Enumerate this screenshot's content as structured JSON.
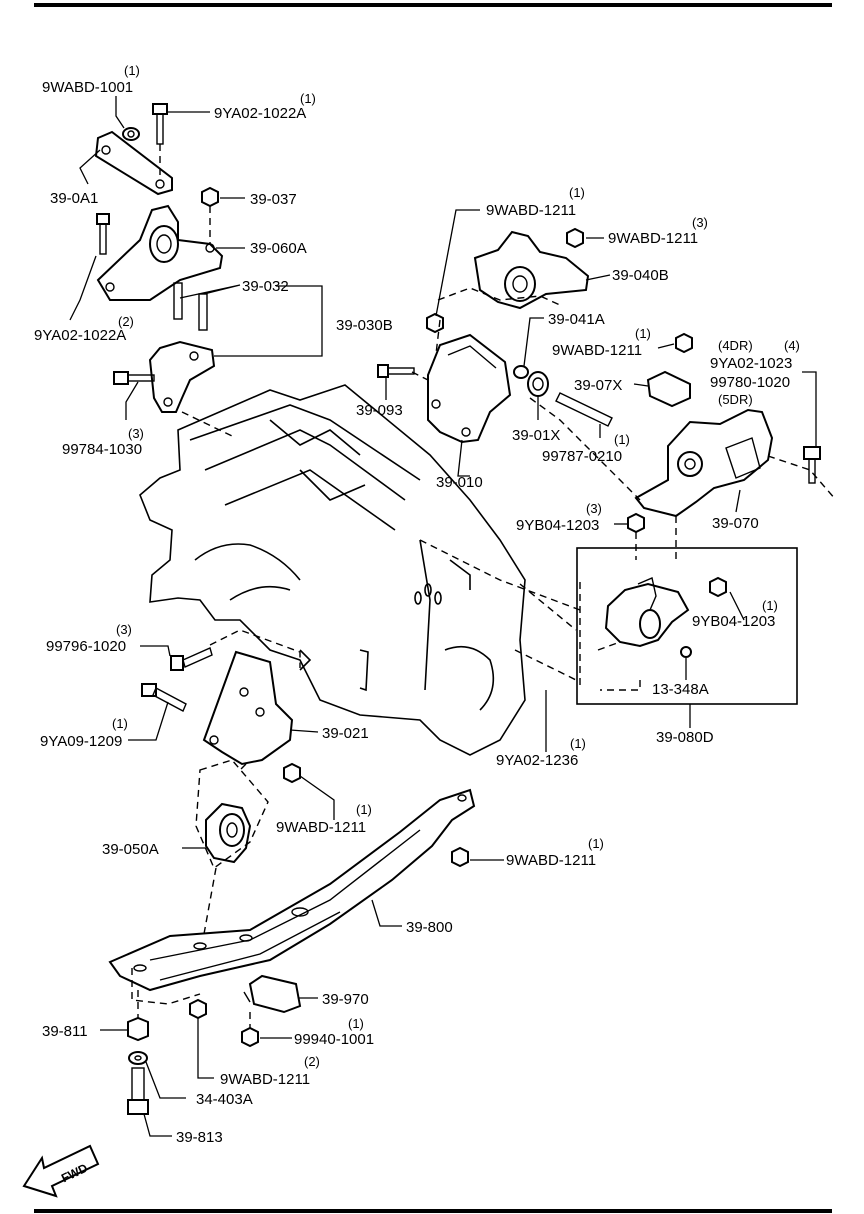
{
  "callouts": [
    {
      "id": "c1",
      "part": "9WABD-1001",
      "qty": "(1)"
    },
    {
      "id": "c2",
      "part": "9YA02-1022A",
      "qty": "(1)"
    },
    {
      "id": "c3",
      "part": "39-0A1",
      "qty": ""
    },
    {
      "id": "c4",
      "part": "39-037",
      "qty": ""
    },
    {
      "id": "c5",
      "part": "39-060A",
      "qty": ""
    },
    {
      "id": "c6",
      "part": "39-032",
      "qty": ""
    },
    {
      "id": "c7",
      "part": "39-030B",
      "qty": ""
    },
    {
      "id": "c8",
      "part": "9YA02-1022A",
      "qty": "(2)"
    },
    {
      "id": "c9",
      "part": "99784-1030",
      "qty": "(3)"
    },
    {
      "id": "c10",
      "part": "9WABD-1211",
      "qty": "(1)"
    },
    {
      "id": "c11",
      "part": "9WABD-1211",
      "qty": "(3)"
    },
    {
      "id": "c12",
      "part": "39-040B",
      "qty": ""
    },
    {
      "id": "c13",
      "part": "39-041A",
      "qty": ""
    },
    {
      "id": "c14",
      "part": "9WABD-1211",
      "qty": "(1)"
    },
    {
      "id": "c15",
      "part": "39-093",
      "qty": ""
    },
    {
      "id": "c16",
      "part": "39-07X",
      "qty": ""
    },
    {
      "id": "c17",
      "part": "39-01X",
      "qty": ""
    },
    {
      "id": "c18",
      "part": "99787-0210",
      "qty": "(1)"
    },
    {
      "id": "c19",
      "part": "39-010",
      "qty": ""
    },
    {
      "id": "c20",
      "part": "9YB04-1203",
      "qty": "(3)"
    },
    {
      "id": "c21",
      "part": "39-070",
      "qty": ""
    },
    {
      "id": "c22",
      "part": "9YB04-1203",
      "qty": "(1)"
    },
    {
      "id": "c23",
      "part": "13-348A",
      "qty": ""
    },
    {
      "id": "c24",
      "part": "39-080D",
      "qty": ""
    },
    {
      "id": "c25",
      "part": "99796-1020",
      "qty": "(3)"
    },
    {
      "id": "c26",
      "part": "9YA09-1209",
      "qty": "(1)"
    },
    {
      "id": "c27",
      "part": "39-021",
      "qty": ""
    },
    {
      "id": "c28",
      "part": "9YA02-1236",
      "qty": "(1)"
    },
    {
      "id": "c29",
      "part": "9WABD-1211",
      "qty": "(1)"
    },
    {
      "id": "c30",
      "part": "39-050A",
      "qty": ""
    },
    {
      "id": "c31",
      "part": "9WABD-1211",
      "qty": "(1)"
    },
    {
      "id": "c32",
      "part": "39-800",
      "qty": ""
    },
    {
      "id": "c33",
      "part": "39-970",
      "qty": ""
    },
    {
      "id": "c34",
      "part": "39-811",
      "qty": ""
    },
    {
      "id": "c35",
      "part": "99940-1001",
      "qty": "(1)"
    },
    {
      "id": "c36",
      "part": "9WABD-1211",
      "qty": "(2)"
    },
    {
      "id": "c37",
      "part": "34-403A",
      "qty": ""
    },
    {
      "id": "c38",
      "part": "39-813",
      "qty": ""
    }
  ],
  "variant_callout": {
    "label_4dr": "(4DR)",
    "qty": "(4)",
    "part_4dr": "9YA02-1023",
    "part_alt": "99780-1020",
    "label_5dr": "(5DR)"
  },
  "direction_marker": {
    "text": "FWD",
    "icon": "forward-arrow-icon"
  }
}
